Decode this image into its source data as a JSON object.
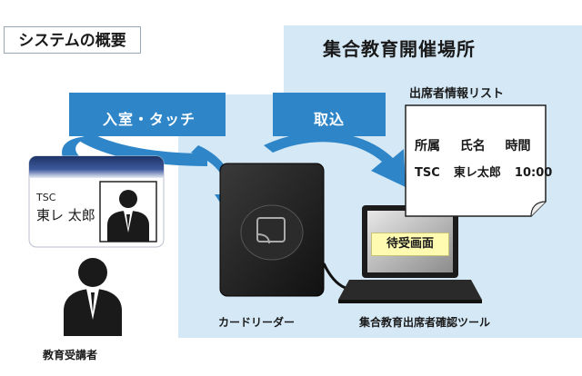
{
  "title": "システムの概要",
  "venue": {
    "label": "集合教育開催場所"
  },
  "arrows": {
    "touch": "入室・タッチ",
    "import": "取込"
  },
  "attendee_list": {
    "title": "出席者情報リスト",
    "headers": [
      "所属",
      "氏名",
      "時間"
    ],
    "row": [
      "TSC",
      "東レ太郎",
      "10:00"
    ]
  },
  "card": {
    "company": "TSC",
    "name": "東レ 太郎"
  },
  "laptop": {
    "screen_label": "待受画面"
  },
  "captions": {
    "card_reader": "カードリーダー",
    "tool": "集合教育出席者確認ツール",
    "student": "教育受講者"
  },
  "colors": {
    "venue_bg": "#d5e8f5",
    "arrow_blue": "#2e86c9",
    "card_band": "#233a73",
    "device_dark": "#1c1c1c",
    "screen_yellow": "#fffbb0"
  }
}
